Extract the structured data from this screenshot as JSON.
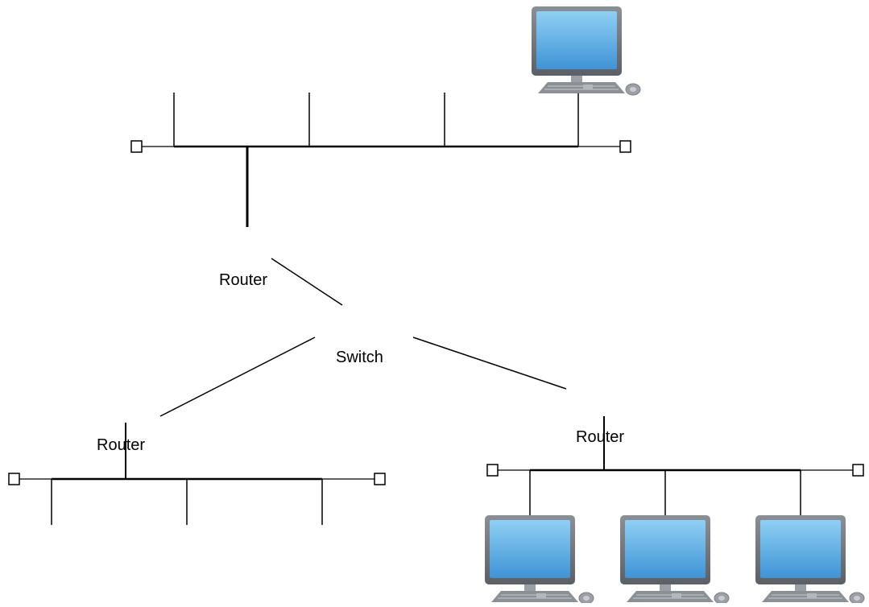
{
  "diagram": {
    "labels": {
      "top_router": "Router",
      "switch": "Switch",
      "left_router": "Router",
      "right_router": "Router"
    },
    "icons": {
      "computer": "desktop-computer-icon",
      "terminator": "bus-terminator-icon"
    },
    "colors": {
      "line": "#000000",
      "screen_top": "#8fd0f4",
      "screen_bottom": "#3f93d6",
      "bezel": "#6d7379",
      "stand": "#9aa0a6",
      "keyboard": "#8a9096"
    }
  }
}
